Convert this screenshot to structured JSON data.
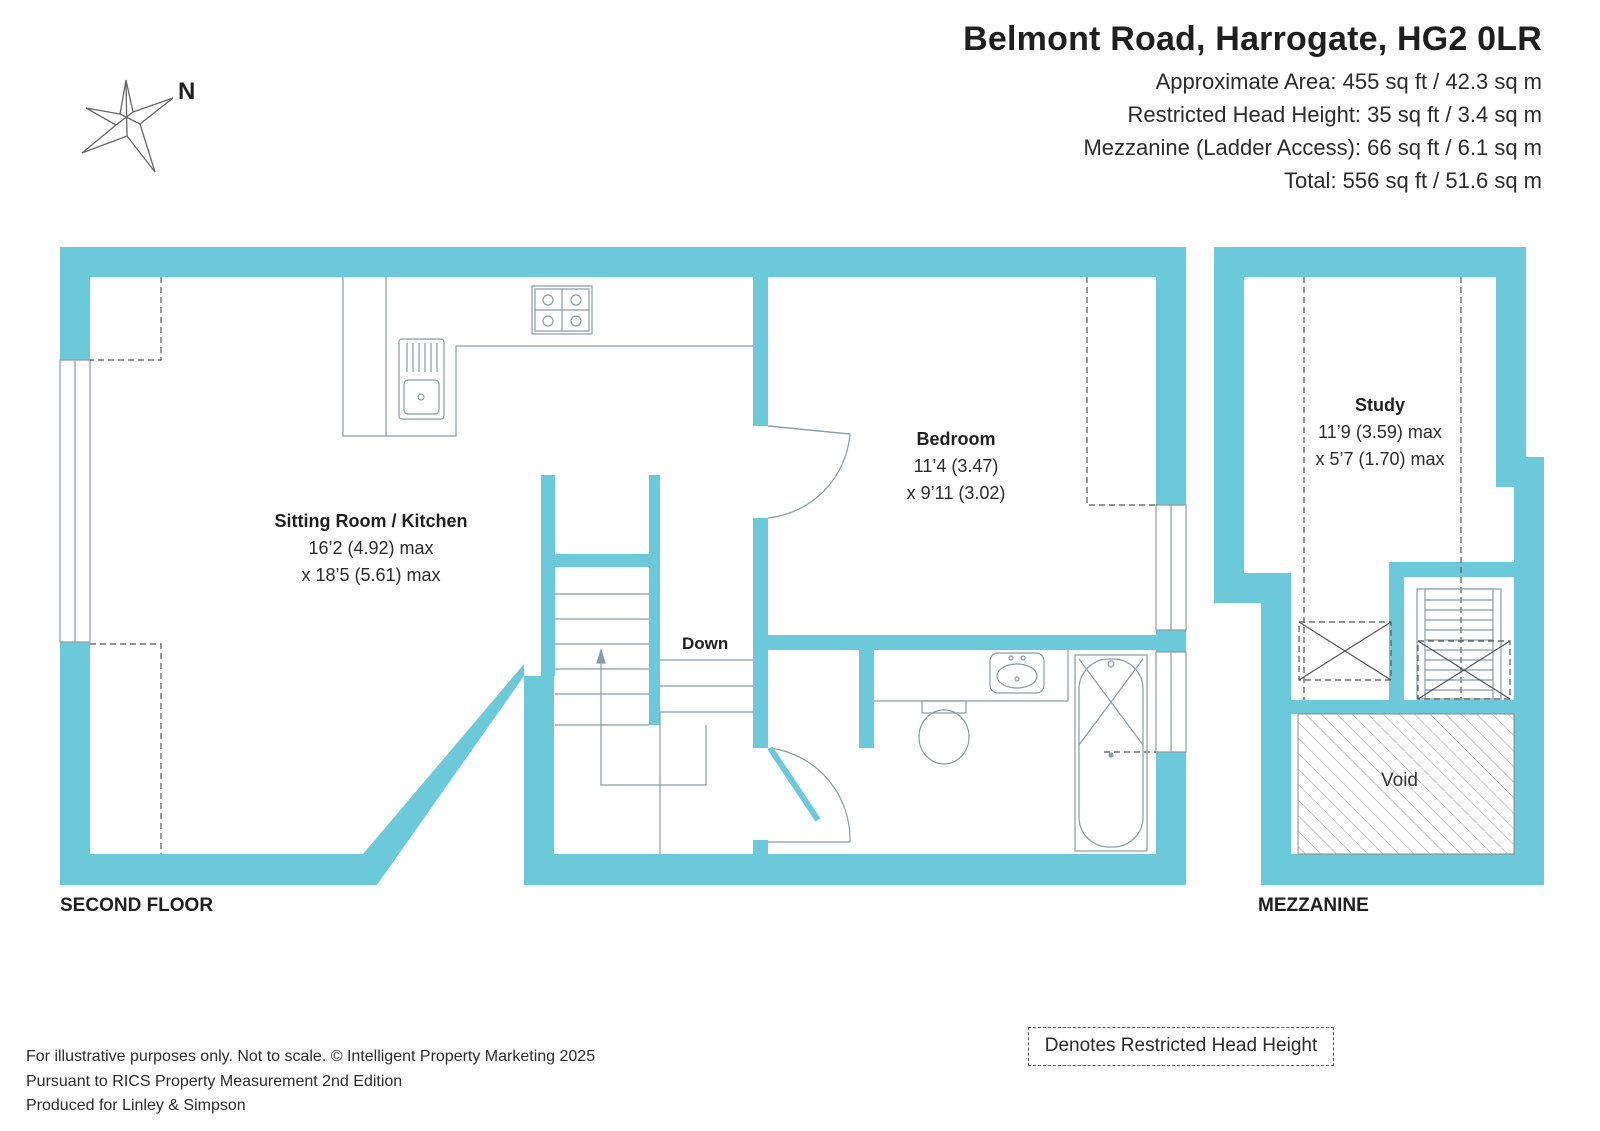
{
  "header": {
    "title": "Belmont Road, Harrogate, HG2 0LR",
    "areas": [
      "Approximate Area: 455 sq ft / 42.3 sq m",
      "Restricted Head Height: 35 sq ft / 3.4 sq m",
      "Mezzanine (Ladder Access): 66 sq ft / 6.1 sq m",
      "Total: 556 sq ft / 51.6 sq m"
    ]
  },
  "compass": {
    "label": "N",
    "icon": "compass-star-icon"
  },
  "rooms": {
    "sitting": {
      "name": "Sitting Room / Kitchen",
      "dim1": "16’2 (4.92) max",
      "dim2": "x 18’5 (5.61) max"
    },
    "bedroom": {
      "name": "Bedroom",
      "dim1": "11’4 (3.47)",
      "dim2": "x 9’11 (3.02)"
    },
    "study": {
      "name": "Study",
      "dim1": "11’9 (3.59) max",
      "dim2": "x 5’7 (1.70) max"
    }
  },
  "stairs_label": "Down",
  "void_label": "Void",
  "floors": {
    "second": "SECOND FLOOR",
    "mezzanine": "MEZZANINE"
  },
  "footer": [
    "For illustrative purposes only. Not to scale. © Intelligent Property Marketing 2025",
    "Pursuant to RICS Property Measurement 2nd Edition",
    "Produced for Linley & Simpson"
  ],
  "legend": "Denotes Restricted Head Height",
  "colors": {
    "wall": "#6cc9da",
    "line": "#8a9aa6",
    "text": "#1f1f1f"
  }
}
